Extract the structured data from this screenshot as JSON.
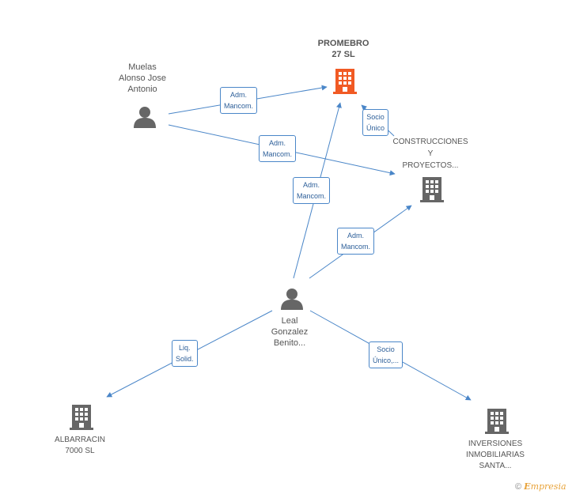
{
  "nodes": {
    "promebro": {
      "lines": [
        "PROMEBRO",
        "27  SL"
      ]
    },
    "muelas": {
      "lines": [
        "Muelas",
        "Alonso Jose",
        "Antonio"
      ]
    },
    "construcciones": {
      "lines": [
        "CONSTRUCCIONES",
        "Y",
        "PROYECTOS..."
      ]
    },
    "leal": {
      "lines": [
        "Leal",
        "Gonzalez",
        "Benito..."
      ]
    },
    "albarracin": {
      "lines": [
        "ALBARRACIN",
        "7000 SL"
      ]
    },
    "inversiones": {
      "lines": [
        "INVERSIONES",
        "INMOBILIARIAS",
        "SANTA..."
      ]
    }
  },
  "edges": {
    "muelas_promebro": [
      "Adm.",
      "Mancom."
    ],
    "construcciones_promebro": [
      "Socio",
      "Único"
    ],
    "muelas_construcciones": [
      "Adm.",
      "Mancom."
    ],
    "leal_promebro": [
      "Adm.",
      "Mancom."
    ],
    "leal_construcciones": [
      "Adm.",
      "Mancom."
    ],
    "leal_albarracin": [
      "Liq.",
      "Solid."
    ],
    "leal_inversiones": [
      "Socio",
      "Único,..."
    ]
  },
  "footer": {
    "copyright": "©",
    "brand_initial": "E",
    "brand_rest": "mpresia"
  },
  "colors": {
    "highlight": "#f15a24",
    "building": "#666666",
    "person": "#666666",
    "edge": "#4a86c8"
  }
}
